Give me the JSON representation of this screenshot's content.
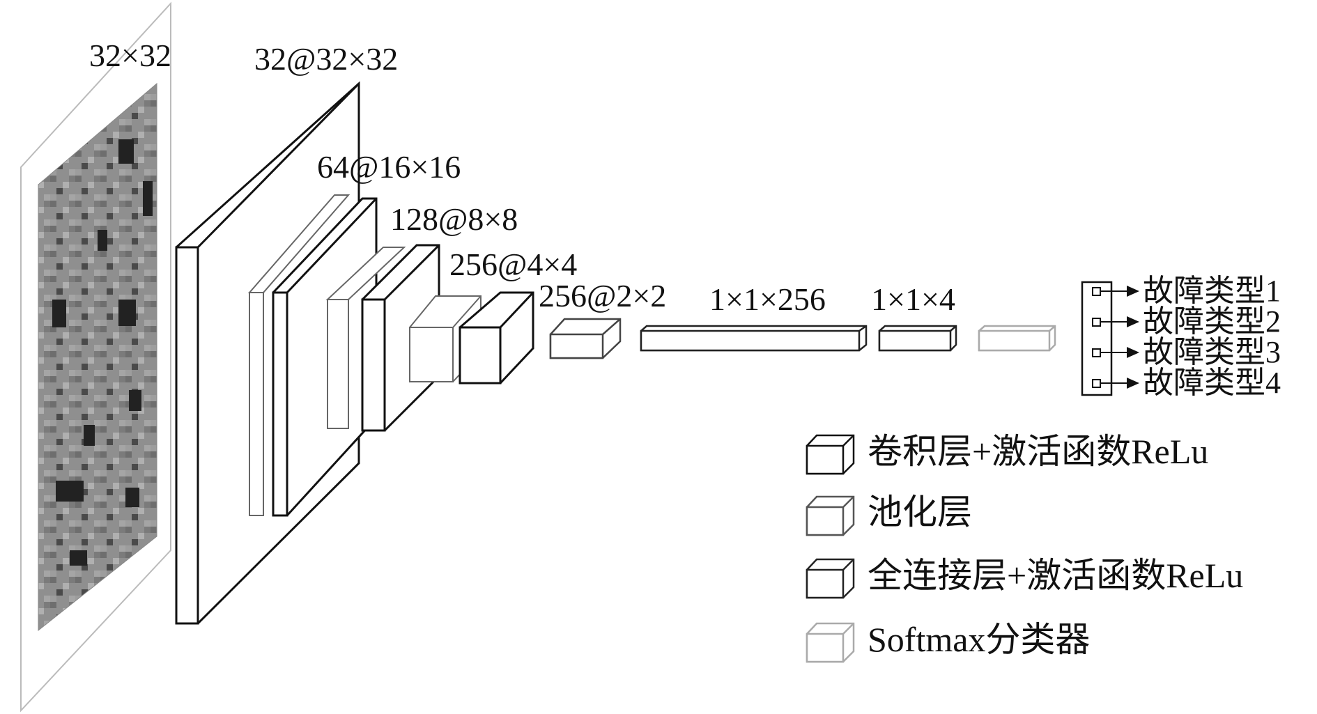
{
  "input": {
    "size_label": "32×32"
  },
  "layers": {
    "conv1": "32@32×32",
    "block2": "64@16×16",
    "block3": "128@8×8",
    "block4": "256@4×4",
    "pool4": "256@2×2",
    "fc1": "1×1×256",
    "fc2": "1×1×4"
  },
  "outputs": [
    "故障类型1",
    "故障类型2",
    "故障类型3",
    "故障类型4"
  ],
  "legend": [
    {
      "label": "卷积层+激活函数ReLu",
      "color": "#111111"
    },
    {
      "label": "池化层",
      "color": "#555555"
    },
    {
      "label": "全连接层+激活函数ReLu",
      "color": "#222222"
    },
    {
      "label": "Softmax分类器",
      "color": "#aaaaaa"
    }
  ],
  "colors": {
    "conv_stroke": "#111111",
    "pool_stroke": "#555555",
    "softmax_stroke": "#aaaaaa"
  }
}
